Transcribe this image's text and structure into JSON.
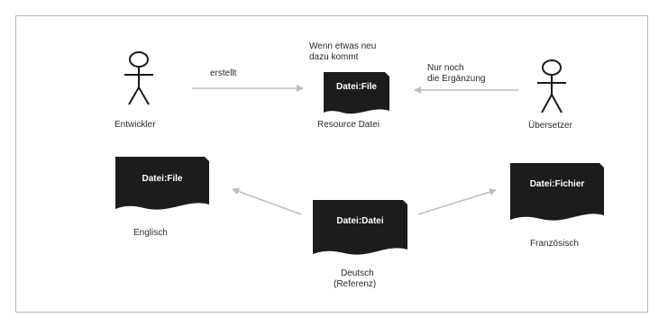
{
  "diagram": {
    "actors": {
      "developer": {
        "label": "Entwickler"
      },
      "translator": {
        "label": "Übersetzer"
      }
    },
    "arrows": {
      "creates": {
        "label": "erstellt"
      },
      "when_new": {
        "label_line1": "Wenn etwas neu",
        "label_line2": "dazu kommt"
      },
      "only_additions": {
        "label_line1": "Nur noch",
        "label_line2": "die Ergänzung"
      }
    },
    "documents": {
      "resource": {
        "text": "Datei:File",
        "caption": "Resource Datei"
      },
      "english": {
        "text": "Datei:File",
        "caption": "Englisch"
      },
      "german": {
        "text": "Datei:Datei",
        "caption_line1": "Deutsch",
        "caption_line2": "(Referenz)"
      },
      "french": {
        "text": "Datei:Fichier",
        "caption": "Französisch"
      }
    },
    "colors": {
      "document_fill": "#1c1c1c",
      "arrow": "#bdbdbd",
      "frame": "#b8b8b8"
    }
  }
}
